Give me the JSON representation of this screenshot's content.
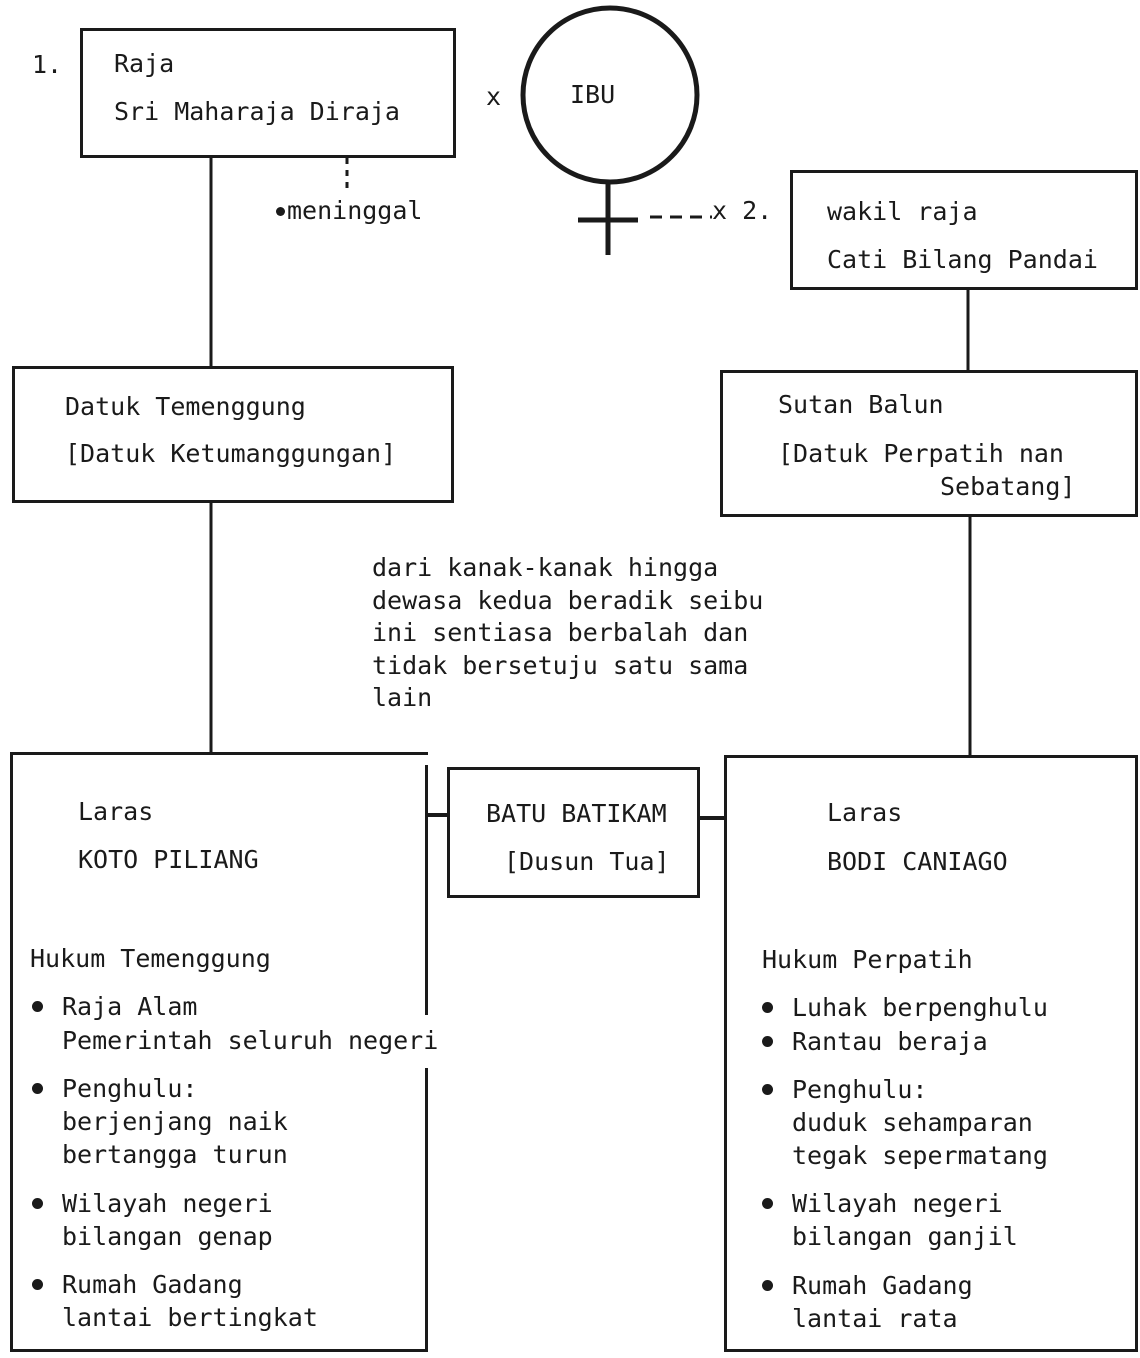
{
  "top": {
    "raja": {
      "num": "1.",
      "title": "Raja",
      "name": "Sri Maharaja Diraja"
    },
    "ibu": {
      "label": "IBU",
      "marker1": "x",
      "marker2": "x 2."
    },
    "meninggal": "meninggal",
    "wakil": {
      "title": "wakil raja",
      "name": "Cati Bilang Pandai"
    }
  },
  "middle": {
    "left": {
      "name": "Datuk Temenggung",
      "alias": "[Datuk Ketumanggungan]"
    },
    "right": {
      "name": "Sutan Balun",
      "alias_line1": "[Datuk Perpatih nan",
      "alias_line2": "Sebatang]"
    },
    "note": [
      "dari kanak-kanak hingga",
      "dewasa kedua beradik seibu",
      "ini sentiasa berbalah dan",
      "tidak bersetuju satu sama",
      "lain"
    ]
  },
  "batu": {
    "title": "BATU BATIKAM",
    "subtitle": "[Dusun Tua]"
  },
  "koto": {
    "laras": "Laras",
    "name": "KOTO PILIANG",
    "hukum": "Hukum Temenggung",
    "items": [
      [
        "Raja Alam",
        "Pemerintah seluruh negeri"
      ],
      [
        "Penghulu:",
        "berjenjang naik",
        "bertangga turun"
      ],
      [
        "Wilayah negeri",
        "bilangan genap"
      ],
      [
        "Rumah Gadang",
        "lantai bertingkat"
      ]
    ]
  },
  "bodi": {
    "laras": "Laras",
    "name": "BODI CANIAGO",
    "hukum": "Hukum Perpatih",
    "items": [
      [
        "Luhak berpenghulu"
      ],
      [
        "Rantau beraja"
      ],
      [
        "Penghulu:",
        "duduk sehamparan",
        "tegak sepermatang"
      ],
      [
        "Wilayah negeri",
        "bilangan ganjil"
      ],
      [
        "Rumah Gadang",
        "lantai rata"
      ]
    ]
  }
}
